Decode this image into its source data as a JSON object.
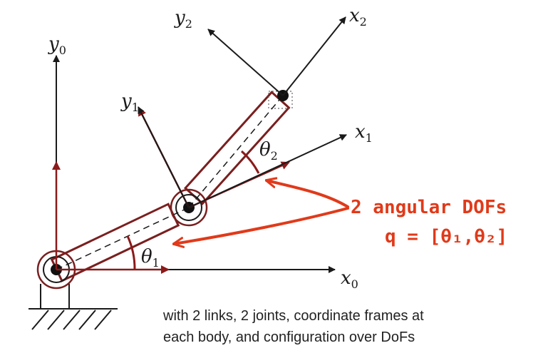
{
  "labels": {
    "x0": "x",
    "x0_sub": "0",
    "y0": "y",
    "y0_sub": "0",
    "x1": "x",
    "x1_sub": "1",
    "y1": "y",
    "y1_sub": "1",
    "x2": "x",
    "x2_sub": "2",
    "y2": "y",
    "y2_sub": "2",
    "theta1": "θ",
    "theta1_sub": "1",
    "theta2": "θ",
    "theta2_sub": "2"
  },
  "annotation": {
    "line1": "2 angular DOFs",
    "line2": "q = [θ₁,θ₂]"
  },
  "caption": {
    "line1": "with 2 links, 2 joints, coordinate frames at",
    "line2": "each body, and configuration over DoFs"
  },
  "colors": {
    "ink": "#1a1a1a",
    "link_outline": "#7a1f1f",
    "annotation": "#e03a1a"
  }
}
